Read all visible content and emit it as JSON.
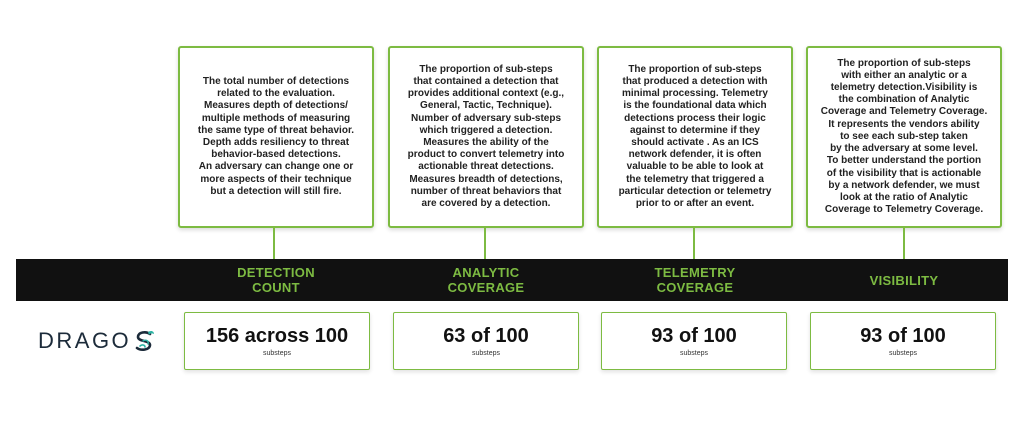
{
  "brand": {
    "logo_text": "DRAGO",
    "logo_mark_letter": "S",
    "accent_color": "#7dbb42",
    "band_color": "#111111"
  },
  "columns": [
    {
      "description": "The total number of detections\nrelated to the evaluation.\nMeasures depth of detections/\nmultiple methods of measuring\nthe same type of threat behavior.\nDepth adds resiliency to threat\nbehavior-based detections.\nAn adversary can change one or\nmore aspects of their technique\nbut a detection will still fire.",
      "label_line1": "DETECTION",
      "label_line2": "COUNT",
      "stat_value": "156 across 100",
      "stat_unit": "substeps"
    },
    {
      "description": "The proportion of sub-steps\nthat contained a detection that\nprovides additional context (e.g.,\nGeneral, Tactic, Technique).\nNumber of adversary sub-steps\nwhich triggered a detection.\nMeasures the ability of the\nproduct to convert telemetry into\nactionable threat detections.\nMeasures breadth of detections,\nnumber of threat behaviors that\nare covered by a detection.",
      "label_line1": "ANALYTIC",
      "label_line2": "COVERAGE",
      "stat_value": "63 of 100",
      "stat_unit": "substeps"
    },
    {
      "description": "The proportion of sub-steps\nthat produced a detection with\nminimal processing. Telemetry\nis the foundational data which\ndetections process their logic\nagainst to determine if they\nshould activate . As an ICS\nnetwork defender, it is often\nvaluable to be able to look at\nthe telemetry that triggered a\nparticular detection or telemetry\nprior to or after an event.",
      "label_line1": "TELEMETRY",
      "label_line2": "COVERAGE",
      "stat_value": "93 of 100",
      "stat_unit": "substeps"
    },
    {
      "description": "The proportion of sub-steps\nwith either an analytic or a\ntelemetry detection.Visibility is\nthe combination of Analytic\nCoverage and Telemetry Coverage.\nIt represents the vendors ability\nto see each sub-step taken\nby the adversary at some level.\nTo better understand the portion\nof the visibility that is actionable\nby a network defender, we must\nlook at the ratio of Analytic\nCoverage to Telemetry Coverage.",
      "label_line1": "VISIBILITY",
      "label_line2": "",
      "stat_value": "93 of 100",
      "stat_unit": "substeps"
    }
  ]
}
